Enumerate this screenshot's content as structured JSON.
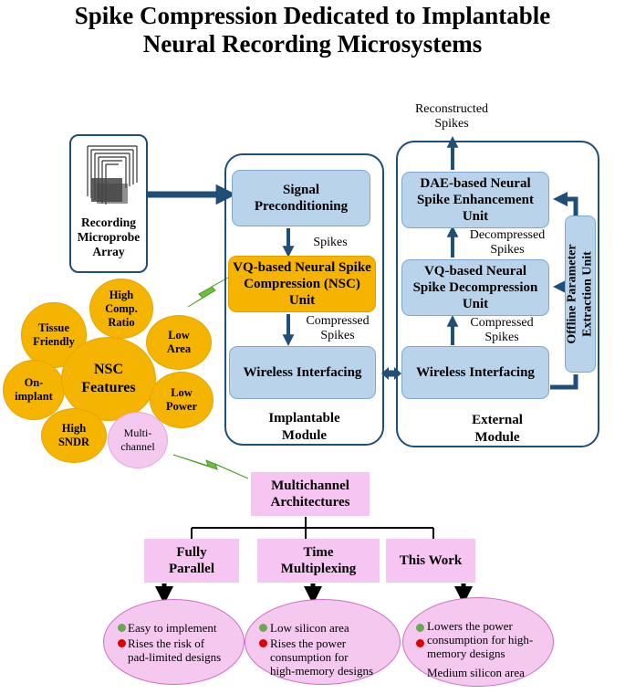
{
  "title_line1": "Spike Compression Dedicated to Implantable",
  "title_line2": "Neural Recording Microsystems",
  "recording": {
    "label_lines": [
      "Recording",
      "Microprobe",
      "Array"
    ]
  },
  "implantable": {
    "signal_preconditioning": "Signal Preconditioning",
    "vq_nsc": "VQ-based Neural Spike Compression (NSC) Unit",
    "wireless": "Wireless Interfacing",
    "label_line1": "Implantable",
    "label_line2": "Module",
    "spikes_label": "Spikes",
    "compressed_line1": "Compressed",
    "compressed_line2": "Spikes"
  },
  "external": {
    "reconstructed_line1": "Reconstructed",
    "reconstructed_line2": "Spikes",
    "dae": "DAE-based Neural Spike Enhancement Unit",
    "decompressed_line1": "Decompressed",
    "decompressed_line2": "Spikes",
    "vq_decomp": "VQ-based Neural Spike Decompression Unit",
    "compressed_line1": "Compressed",
    "compressed_line2": "Spikes",
    "wireless": "Wireless Interfacing",
    "offline_line1": "Offline Parameter",
    "offline_line2": "Extraction Unit",
    "label_line1": "External",
    "label_line2": "Module"
  },
  "features": {
    "center": "NSC Features",
    "high_comp": "High Comp. Ratio",
    "tissue": "Tissue Friendly",
    "low_area": "Low Area",
    "on_implant": "On-implant",
    "low_power": "Low Power",
    "high_sndr": "High SNDR",
    "multi": "Multi-channel"
  },
  "architectures": {
    "root": "Multichannel Architectures",
    "fully": "Fully Parallel",
    "time": "Time Multiplexing",
    "this": "This Work"
  },
  "descriptions": {
    "fully": {
      "green": "Easy to implement",
      "red_line1": "Rises the risk of",
      "red_line2": "pad-limited designs"
    },
    "time": {
      "green": "Low silicon area",
      "red_line1": "Rises the power",
      "red_line2": "consumption for",
      "red_line3": "high-memory designs"
    },
    "this": {
      "green_line1": "Lowers the power",
      "green_line2": "consumption for high-",
      "green_line3": "memory designs",
      "red": "Medium silicon area"
    }
  },
  "colors": {
    "arrow": "#1f4e79",
    "box_blue": "#b9d3ea",
    "orange": "#f6b400",
    "pink": "#f5c8f0",
    "lightning": "#6cbf3c",
    "green_dot": "#6aa84f",
    "red_dot": "#e00000"
  }
}
